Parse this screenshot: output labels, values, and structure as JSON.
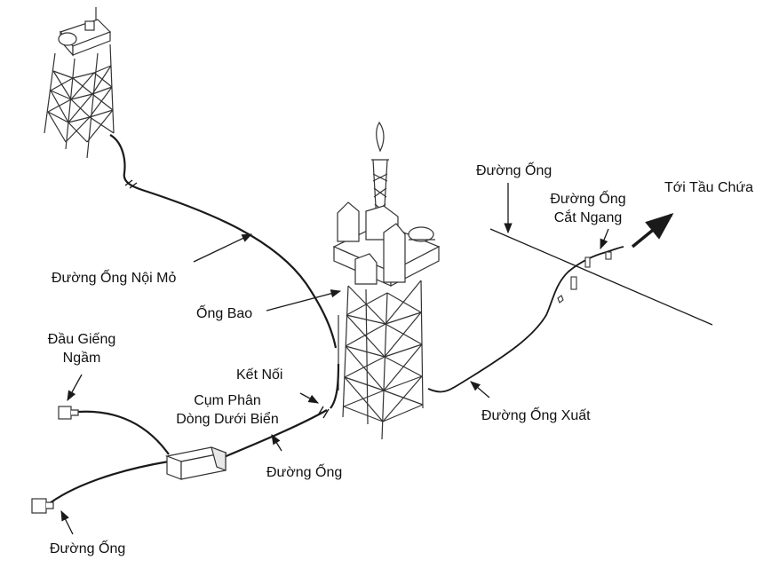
{
  "labels": {
    "infield_flowline": "Đường Ống Nội Mỏ",
    "riser": "Ống Bao",
    "subsea_wellhead": "Đầu Giếng\nNgầm",
    "tie_in": "Kết Nối",
    "subsea_manifold": "Cụm Phân\nDòng Dưới Biển",
    "pipeline_bottom": "Đường Ống",
    "pipeline_left": "Đường Ống",
    "export_pipeline": "Đường Ống Xuất",
    "pipeline_top": "Đường Ống",
    "crossing_pipeline": "Đường Ống\nCắt Ngang",
    "to_storage": "Tới Tầu Chứa"
  },
  "colors": {
    "line": "#1a1a1a",
    "text": "#111111",
    "structure": "#333333"
  }
}
